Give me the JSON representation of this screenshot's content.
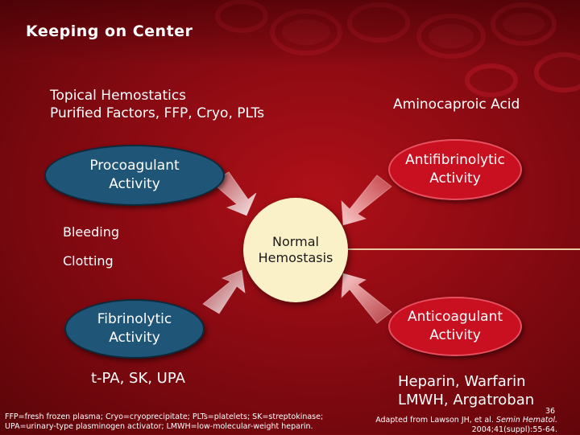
{
  "slide": {
    "title": "Keeping on Center",
    "page_number": "36"
  },
  "top_left": {
    "line1": "Topical Hemostatics",
    "line2": "Purified Factors, FFP, Cryo, PLTs"
  },
  "top_right": {
    "text": "Aminocaproic Acid"
  },
  "ovals": {
    "procoagulant": {
      "line1": "Procoagulant",
      "line2": "Activity"
    },
    "fibrinolytic": {
      "line1": "Fibrinolytic",
      "line2": "Activity"
    },
    "antifibrinolytic": {
      "line1": "Antifibrinolytic",
      "line2": "Activity"
    },
    "anticoagulant": {
      "line1": "Anticoagulant",
      "line2": "Activity"
    }
  },
  "center": {
    "line1": "Normal",
    "line2": "Hemostasis"
  },
  "labels": {
    "bleeding": "Bleeding",
    "clotting": "Clotting"
  },
  "bottom_left": {
    "text": "t-PA, SK, UPA"
  },
  "bottom_right": {
    "line1": "Heparin, Warfarin",
    "line2": "LMWH, Argatroban"
  },
  "footnotes": {
    "abbrev_line1": "FFP=fresh frozen plasma; Cryo=cryoprecipitate; PLTs=platelets; SK=streptokinase;",
    "abbrev_line2": "UPA=urinary-type plasminogen activator; LMWH=low-molecular-weight heparin.",
    "source_prefix": "Adapted from Lawson JH, et al.",
    "source_journal": "Semin Hematol.",
    "source_line2": "2004;41(suppl):55-64."
  },
  "colors": {
    "background": "#8a0a12",
    "oval_blue": "#1f5577",
    "oval_red": "#c81020",
    "center_fill": "#fbf1c8"
  }
}
